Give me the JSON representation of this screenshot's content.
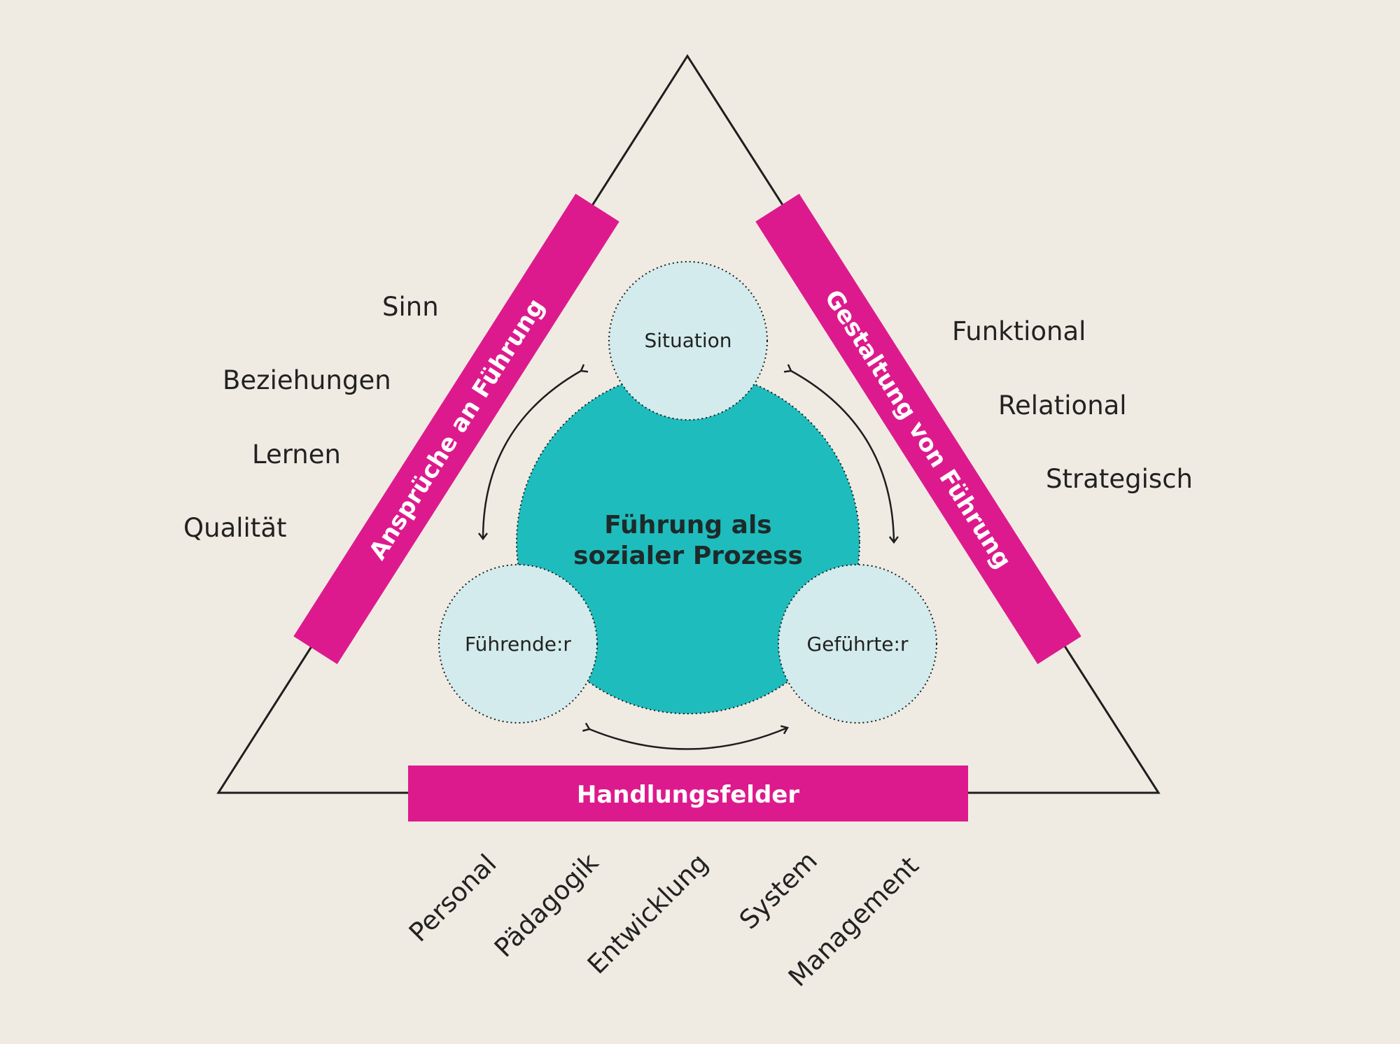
{
  "colors": {
    "background": "#f0ebe2",
    "band": "#dd1a8d",
    "core": "#1fbcbd",
    "circle_fill": "#d3ebec",
    "line": "#1e1e1e",
    "text": "#222222"
  },
  "left_band": {
    "label": "Ansprüche an Führung"
  },
  "right_band": {
    "label": "Gestaltung von Führung"
  },
  "bottom_band": {
    "label": "Handlungsfelder"
  },
  "left_items": [
    "Sinn",
    "Beziehungen",
    "Lernen",
    "Qualität"
  ],
  "right_items": [
    "Funktional",
    "Relational",
    "Strategisch"
  ],
  "bottom_items": [
    "Personal",
    "Pädagogik",
    "Entwicklung",
    "System",
    "Management"
  ],
  "center": {
    "line1": "Führung als",
    "line2": "sozialer Prozess"
  },
  "circles": {
    "situation": "Situation",
    "leader": "Führende:r",
    "follower": "Geführte:r"
  }
}
